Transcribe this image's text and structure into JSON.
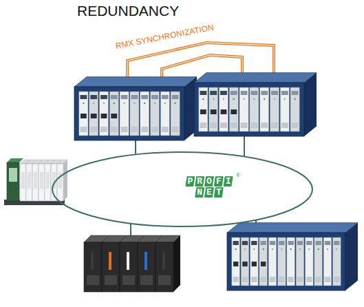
{
  "diagram": {
    "title": "REDUNDANCY",
    "nodes": [
      {
        "text": [
          "PROFI NET"
        ]
      }
    ],
    "labels": [
      "RMX SYNCHRONIZATION",
      "®"
    ]
  }
}
